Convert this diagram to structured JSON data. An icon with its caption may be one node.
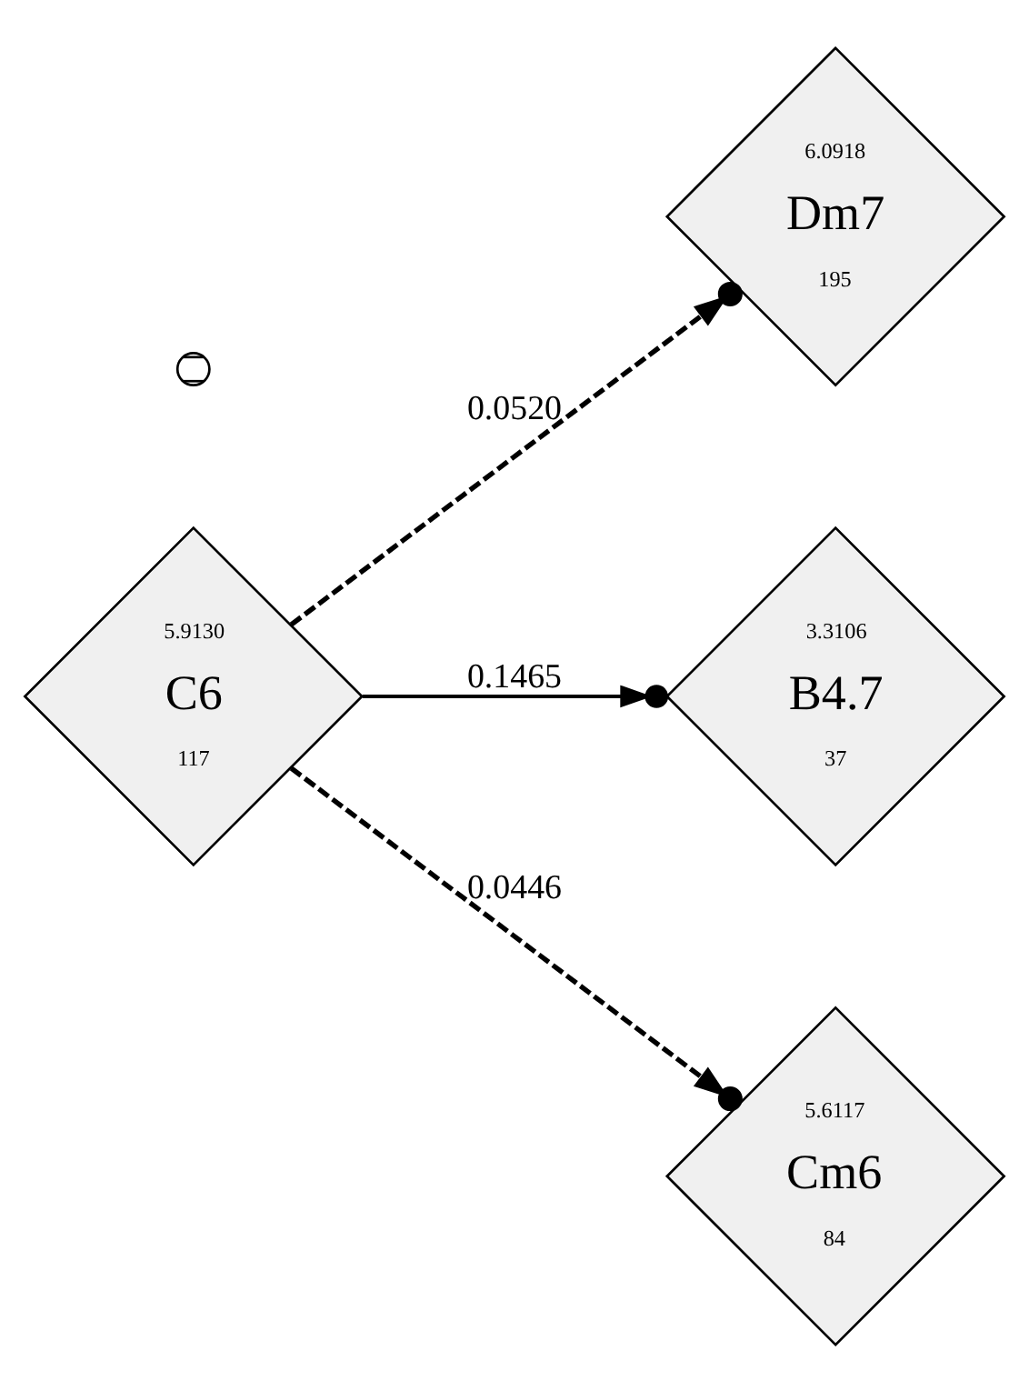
{
  "diagram": {
    "nodes": [
      {
        "text": [
          "6.0918",
          "Dm7",
          "195"
        ]
      },
      {
        "text": [
          "5.9130",
          "C6",
          "117"
        ]
      },
      {
        "text": [
          "3.3106",
          "B4.7",
          "37"
        ]
      },
      {
        "text": [
          "5.6117",
          "Cm6",
          "84"
        ]
      },
      {
        "text": [],
        "shape": "circle"
      }
    ],
    "edges": [
      {
        "from": 1,
        "to": 0,
        "arrow": "to",
        "label": "0.0520",
        "style": "dashed"
      },
      {
        "from": 1,
        "to": 2,
        "arrow": "to",
        "label": "0.1465"
      },
      {
        "from": 1,
        "to": 3,
        "arrow": "to",
        "label": "0.0446",
        "style": "dashed"
      }
    ]
  }
}
